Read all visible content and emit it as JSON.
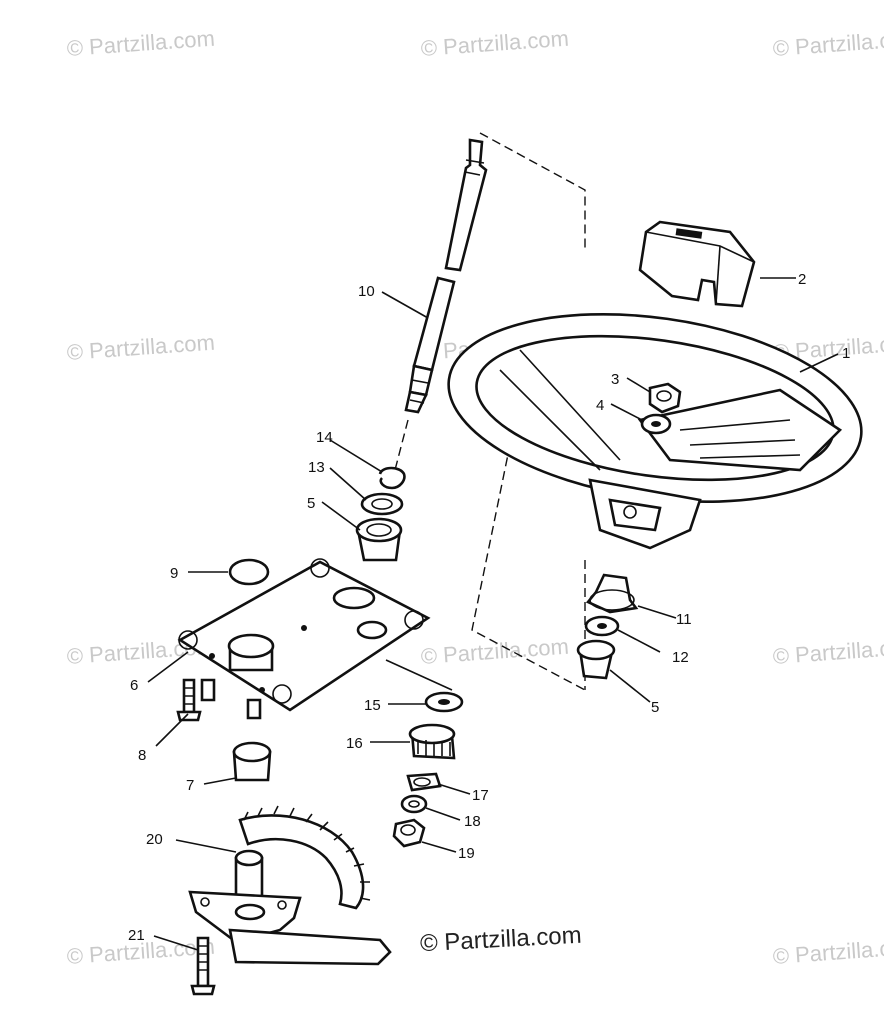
{
  "watermark": {
    "text": "© Partzilla.com",
    "main_text": "© Partzilla.com"
  },
  "callouts": [
    "1",
    "2",
    "3",
    "4",
    "5",
    "5",
    "6",
    "7",
    "8",
    "9",
    "10",
    "11",
    "12",
    "13",
    "14",
    "15",
    "16",
    "17",
    "18",
    "19",
    "20",
    "21"
  ],
  "colors": {
    "ink": "#111111",
    "watermark": "#c9c9c9",
    "background": "#ffffff"
  }
}
